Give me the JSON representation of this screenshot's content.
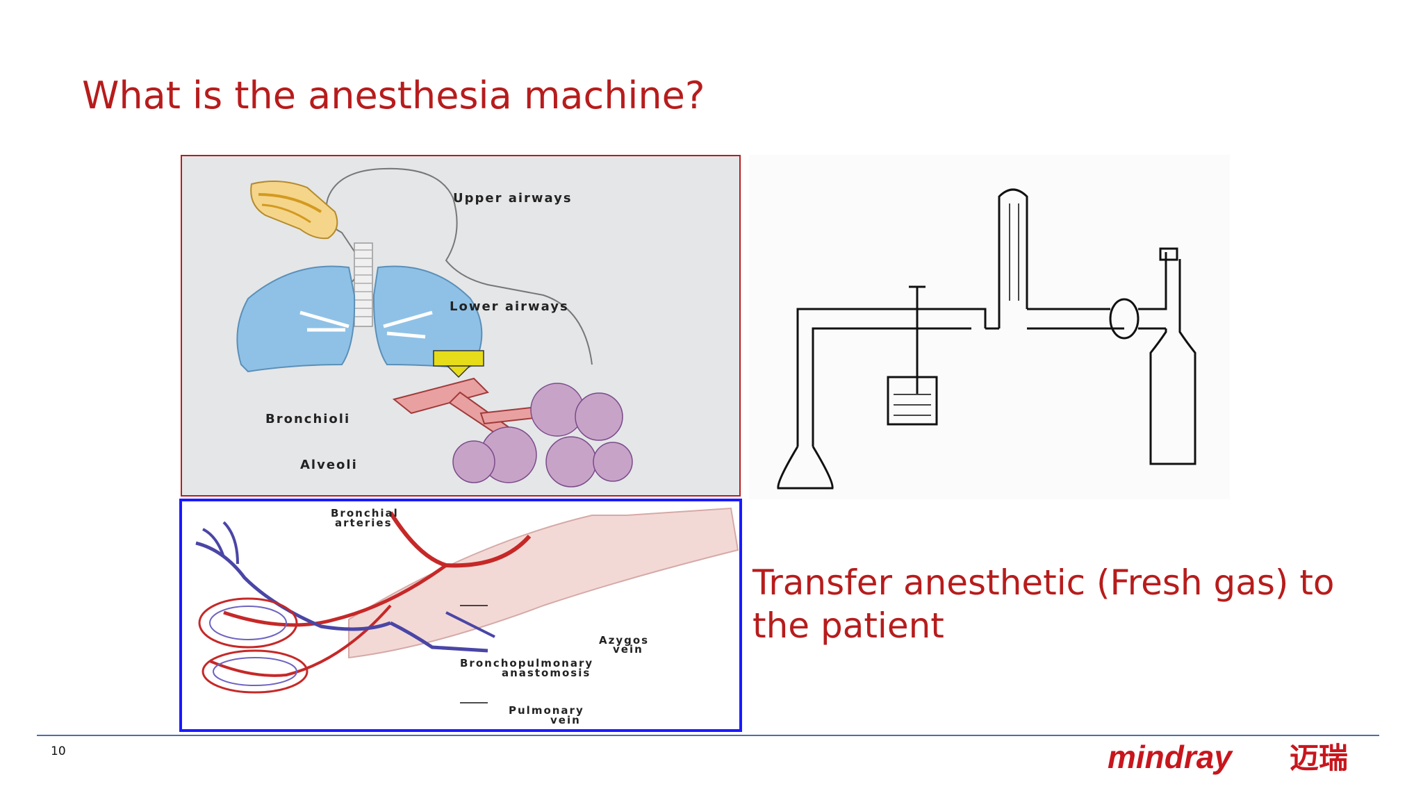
{
  "slide": {
    "title": "What is the anesthesia machine?",
    "description": "Transfer  anesthetic (Fresh gas) to the patient",
    "page_number": "10"
  },
  "airway_figure": {
    "labels": {
      "upper": "Upper airways",
      "lower": "Lower airways",
      "bronchioli": "Bronchioli",
      "alveoli": "Alveoli"
    }
  },
  "vessel_figure": {
    "labels": {
      "bronchial_1": "Bronchial",
      "bronchial_2": "arteries",
      "azygos_1": "Azygos",
      "azygos_2": "vein",
      "anast_1": "Bronchopulmonary",
      "anast_2": "anastomosis",
      "pulm_1": "Pulmonary",
      "pulm_2": "vein"
    }
  },
  "brand": {
    "name": "mindray",
    "name_cn": "迈瑞",
    "color": "#c8161d"
  },
  "colors": {
    "title": "#b71c1c",
    "frame_blue": "#1a1aff",
    "rule": "#4a6ea9"
  }
}
